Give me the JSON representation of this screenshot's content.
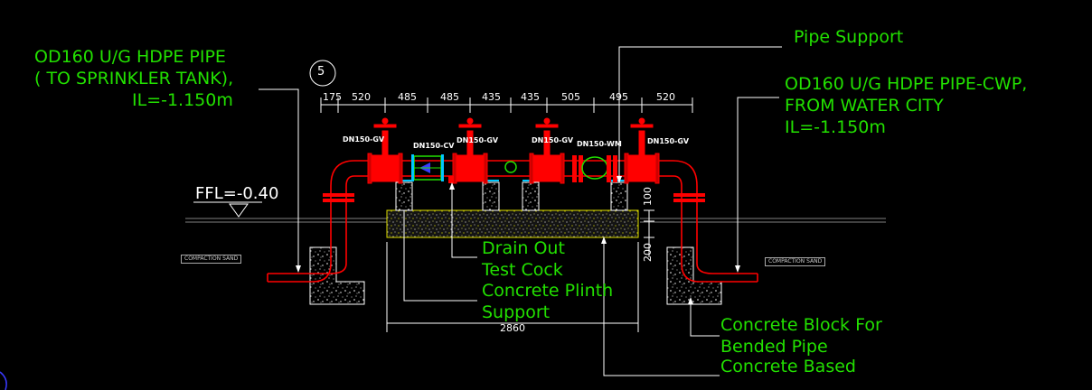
{
  "labels": {
    "sprinkler_pipe": [
      "OD160 U/G HDPE PIPE",
      "( TO SPRINKLER TANK),",
      "IL=-1.150m"
    ],
    "cwp_pipe": [
      "OD160 U/G  HDPE PIPE-CWP,",
      "FROM WATER CITY",
      "IL=-1.150m"
    ],
    "pipe_support": "Pipe Support",
    "drain_out": "Drain Out",
    "test_cock": "Test Cock",
    "plinth_support": [
      "Concrete Plinth",
      "Support"
    ],
    "block_bended": [
      "Concrete Block For",
      "Bended Pipe",
      "Concrete Based"
    ],
    "ffl": "FFL=-0.40",
    "compaction_left": "COMPACTION SAND",
    "compaction_right": "COMPACTION SAND",
    "callout_number": "5"
  },
  "dimensions": {
    "top": [
      "175",
      "520",
      "485",
      "485",
      "435",
      "435",
      "505",
      "495",
      "520"
    ],
    "overall": "2860",
    "plinth_height_top": "100",
    "plinth_height_bottom": "200"
  },
  "tags": {
    "gv1": "DN150-GV",
    "cv": "DN150-CV",
    "gv2": "DN150-GV",
    "gv3": "DN150-GV",
    "wm": "DN150-WM",
    "gv4": "DN150-GV"
  },
  "colors": {
    "background": "#000000",
    "label_green": "#22e000",
    "pipe_red": "#ff0000",
    "support_cyan": "#00c8ff",
    "dimension_white": "#ffffff",
    "ground_gray": "#808080"
  }
}
